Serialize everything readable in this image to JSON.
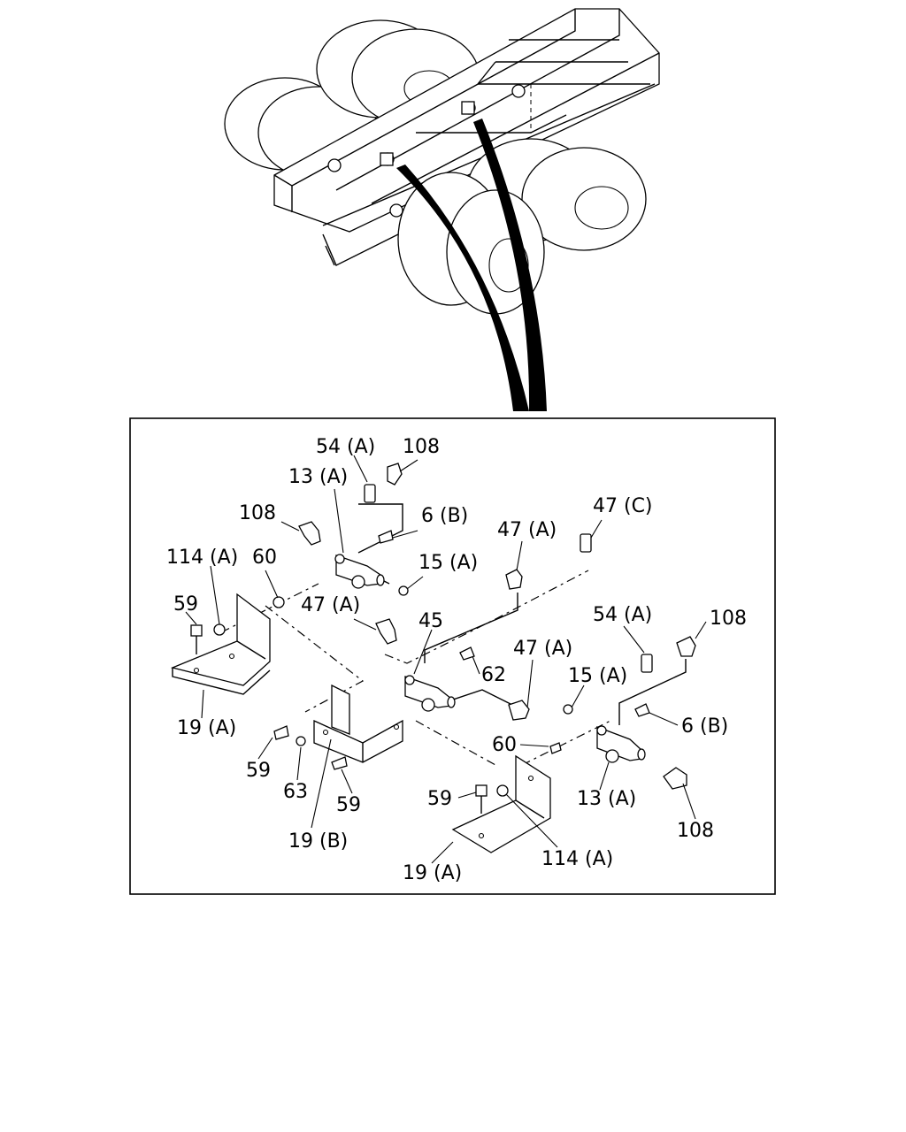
{
  "diagram": {
    "callouts": [
      {
        "id": "c-54a-top",
        "text": "54 (A)"
      },
      {
        "id": "c-108-top",
        "text": "108"
      },
      {
        "id": "c-13a-top",
        "text": "13 (A)"
      },
      {
        "id": "c-108-left",
        "text": "108"
      },
      {
        "id": "c-6b-top",
        "text": "6 (B)"
      },
      {
        "id": "c-47c",
        "text": "47 (C)"
      },
      {
        "id": "c-47a-top",
        "text": "47 (A)"
      },
      {
        "id": "c-114a-left",
        "text": "114 (A)"
      },
      {
        "id": "c-60-left",
        "text": "60"
      },
      {
        "id": "c-15a-top",
        "text": "15 (A)"
      },
      {
        "id": "c-59-left",
        "text": "59"
      },
      {
        "id": "c-47a-mid",
        "text": "47 (A)"
      },
      {
        "id": "c-45",
        "text": "45"
      },
      {
        "id": "c-54a-right",
        "text": "54 (A)"
      },
      {
        "id": "c-108-right",
        "text": "108"
      },
      {
        "id": "c-62",
        "text": "62"
      },
      {
        "id": "c-47a-low",
        "text": "47 (A)"
      },
      {
        "id": "c-15a-right",
        "text": "15 (A)"
      },
      {
        "id": "c-19a-left",
        "text": "19 (A)"
      },
      {
        "id": "c-6b-right",
        "text": "6 (B)"
      },
      {
        "id": "c-60-right",
        "text": "60"
      },
      {
        "id": "c-59-bl",
        "text": "59"
      },
      {
        "id": "c-63",
        "text": "63"
      },
      {
        "id": "c-59-bm",
        "text": "59"
      },
      {
        "id": "c-59-br",
        "text": "59"
      },
      {
        "id": "c-13a-bottom",
        "text": "13 (A)"
      },
      {
        "id": "c-108-bottom",
        "text": "108"
      },
      {
        "id": "c-19b",
        "text": "19 (B)"
      },
      {
        "id": "c-114a-bottom",
        "text": "114 (A)"
      },
      {
        "id": "c-19a-bottom",
        "text": "19 (A)"
      }
    ]
  }
}
